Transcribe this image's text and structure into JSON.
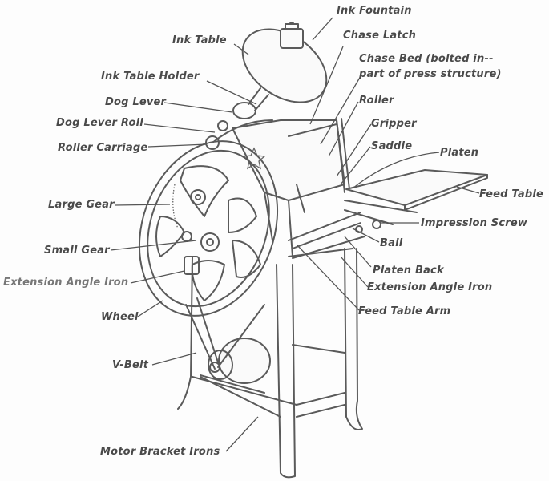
{
  "diagram": {
    "subject": "Platen printing press parts",
    "labels": {
      "ink_fountain": "Ink Fountain",
      "chase_latch": "Chase Latch",
      "ink_table": "Ink Table",
      "chase_bed_line1": "Chase Bed (bolted in--",
      "chase_bed_line2": "part of press structure)",
      "ink_table_holder": "Ink Table Holder",
      "roller": "Roller",
      "dog_lever": "Dog Lever",
      "gripper": "Gripper",
      "dog_lever_roll": "Dog Lever Roll",
      "saddle": "Saddle",
      "roller_carriage": "Roller Carriage",
      "platen": "Platen",
      "feed_table": "Feed Table",
      "large_gear": "Large Gear",
      "impression_screw": "Impression Screw",
      "small_gear": "Small Gear",
      "bail": "Bail",
      "extension_angle_iron_left": "Extension Angle Iron",
      "platen_back": "Platen Back",
      "extension_angle_iron_right": "Extension Angle Iron",
      "wheel": "Wheel",
      "feed_table_arm": "Feed Table Arm",
      "v_belt": "V-Belt",
      "motor_bracket_irons": "Motor Bracket Irons"
    }
  }
}
